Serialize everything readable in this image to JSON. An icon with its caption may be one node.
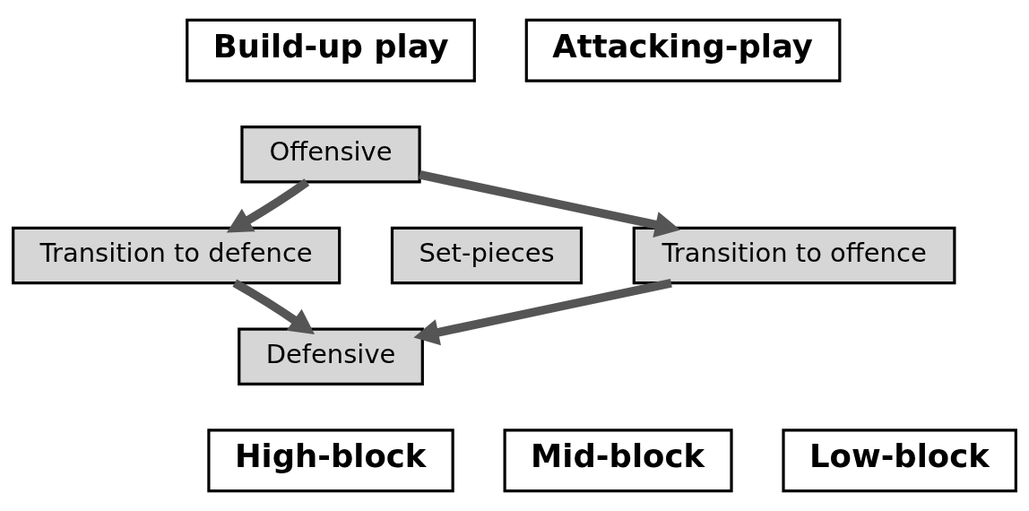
{
  "diagram": {
    "nodes": [
      {
        "text": [
          "Build-up play"
        ]
      },
      {
        "text": [
          "Attacking-play"
        ]
      },
      {
        "text": [
          "Offensive"
        ]
      },
      {
        "text": [
          "Transition to defence"
        ]
      },
      {
        "text": [
          "Set-pieces"
        ]
      },
      {
        "text": [
          "Transition to offence"
        ]
      },
      {
        "text": [
          "Defensive"
        ]
      },
      {
        "text": [
          "High-block"
        ]
      },
      {
        "text": [
          "Mid-block"
        ]
      },
      {
        "text": [
          "Low-block"
        ]
      }
    ],
    "edges": [
      {
        "from": 2,
        "to": 3,
        "arrow": "to"
      },
      {
        "from": 2,
        "to": 5,
        "arrow": "to"
      },
      {
        "from": 3,
        "to": 6,
        "arrow": "to"
      },
      {
        "from": 5,
        "to": 6,
        "arrow": "to"
      }
    ]
  }
}
